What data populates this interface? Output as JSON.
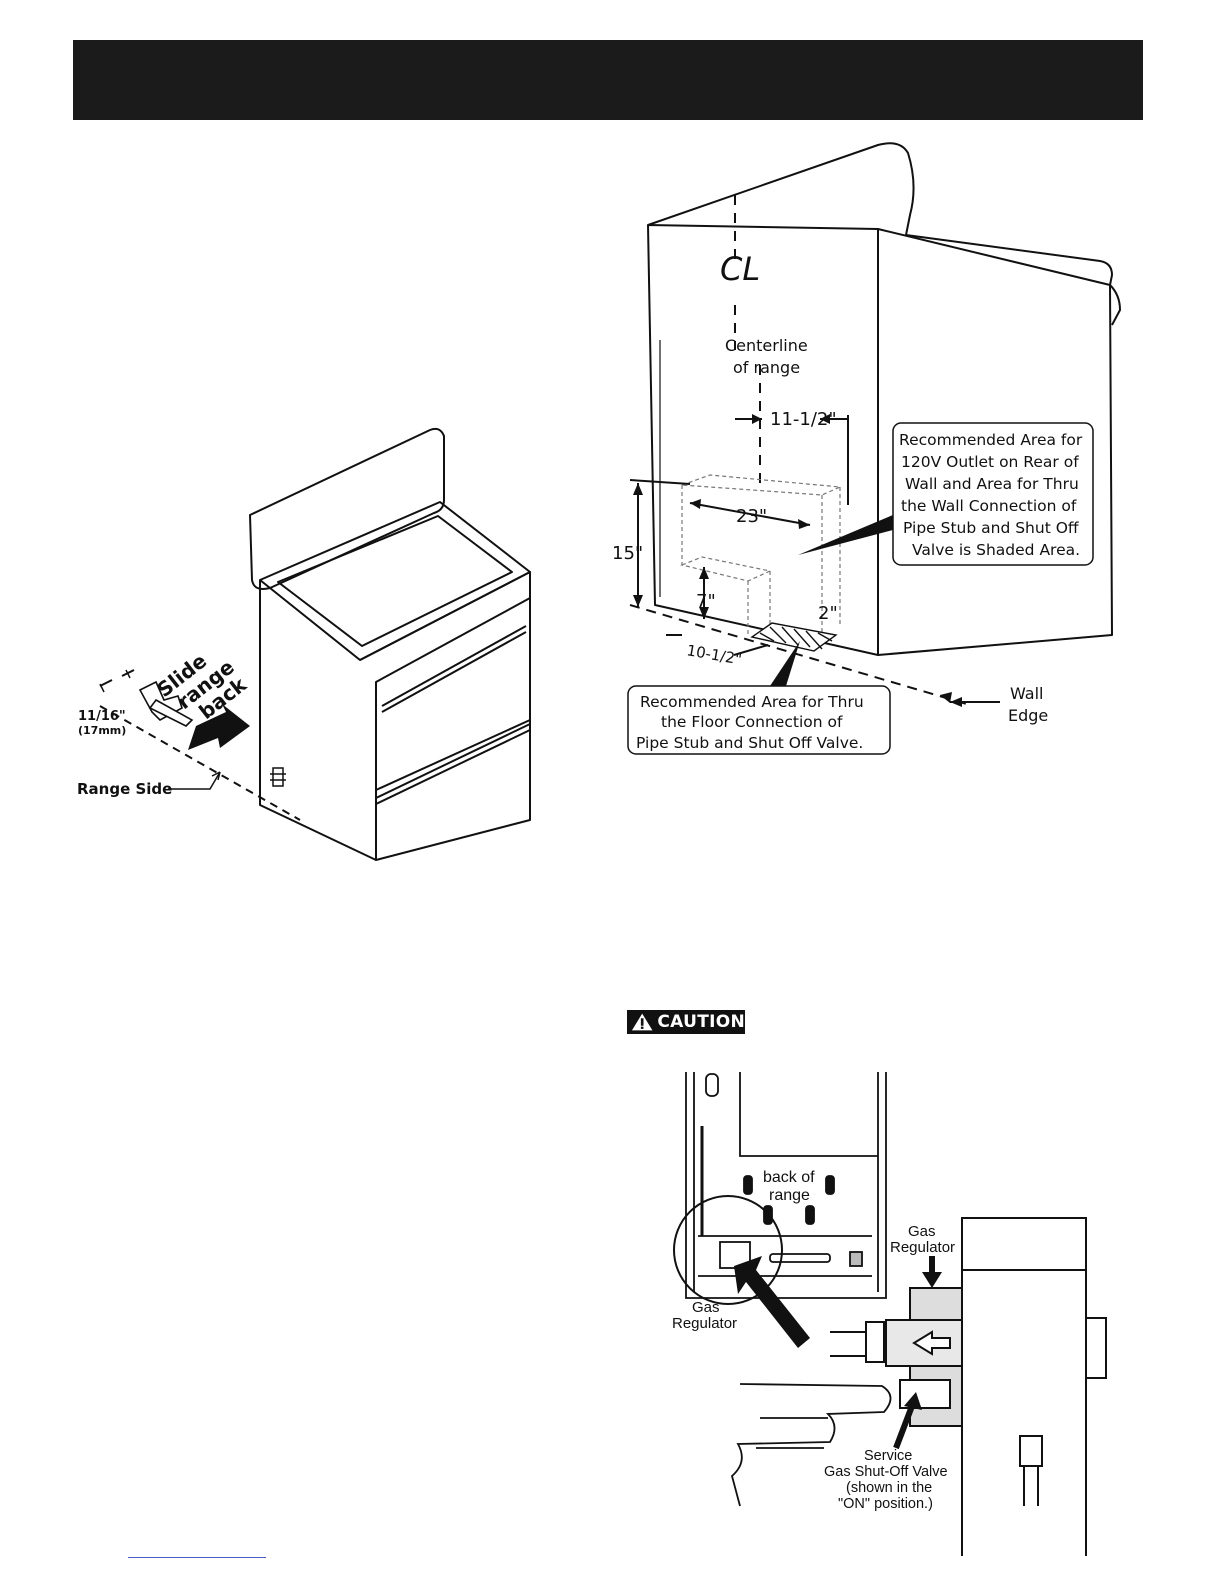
{
  "header": {
    "title": ""
  },
  "figure_range_bracket": {
    "slide_label": [
      "Slide",
      "range",
      "back"
    ],
    "measurement": "11/16\"",
    "measurement_metric": "(17mm)",
    "range_side_label": "Range Side"
  },
  "figure_connection_area": {
    "centerline_symbol": "CL",
    "centerline_label": [
      "Centerline",
      "of range"
    ],
    "dim_11_5": "11-1/2\"",
    "dim_23": "23\"",
    "dim_15": "15\"",
    "dim_7": "7\"",
    "dim_2": "2\"",
    "dim_10_5": "10-1/2\"",
    "callout_wall": [
      "Recommended Area for",
      "120V Outlet on Rear of",
      "Wall and Area for Thru",
      "the Wall Connection of",
      "Pipe Stub and Shut Off",
      "Valve is Shaded Area."
    ],
    "callout_floor": [
      "Recommended Area for Thru",
      "the Floor Connection of",
      "Pipe Stub and Shut Off Valve."
    ],
    "wall_edge_label": [
      "Wall",
      "Edge"
    ]
  },
  "caution": {
    "label": "CAUTION"
  },
  "figure_gas_regulator": {
    "back_of_range": [
      "back of",
      "range"
    ],
    "gas_regulator_left": [
      "Gas",
      "Regulator"
    ],
    "gas_regulator_right": [
      "Gas",
      "Regulator"
    ],
    "shutoff_label": [
      "Service",
      "Gas Shut-Off Valve",
      "(shown in the",
      "\"ON\" position.)"
    ]
  }
}
